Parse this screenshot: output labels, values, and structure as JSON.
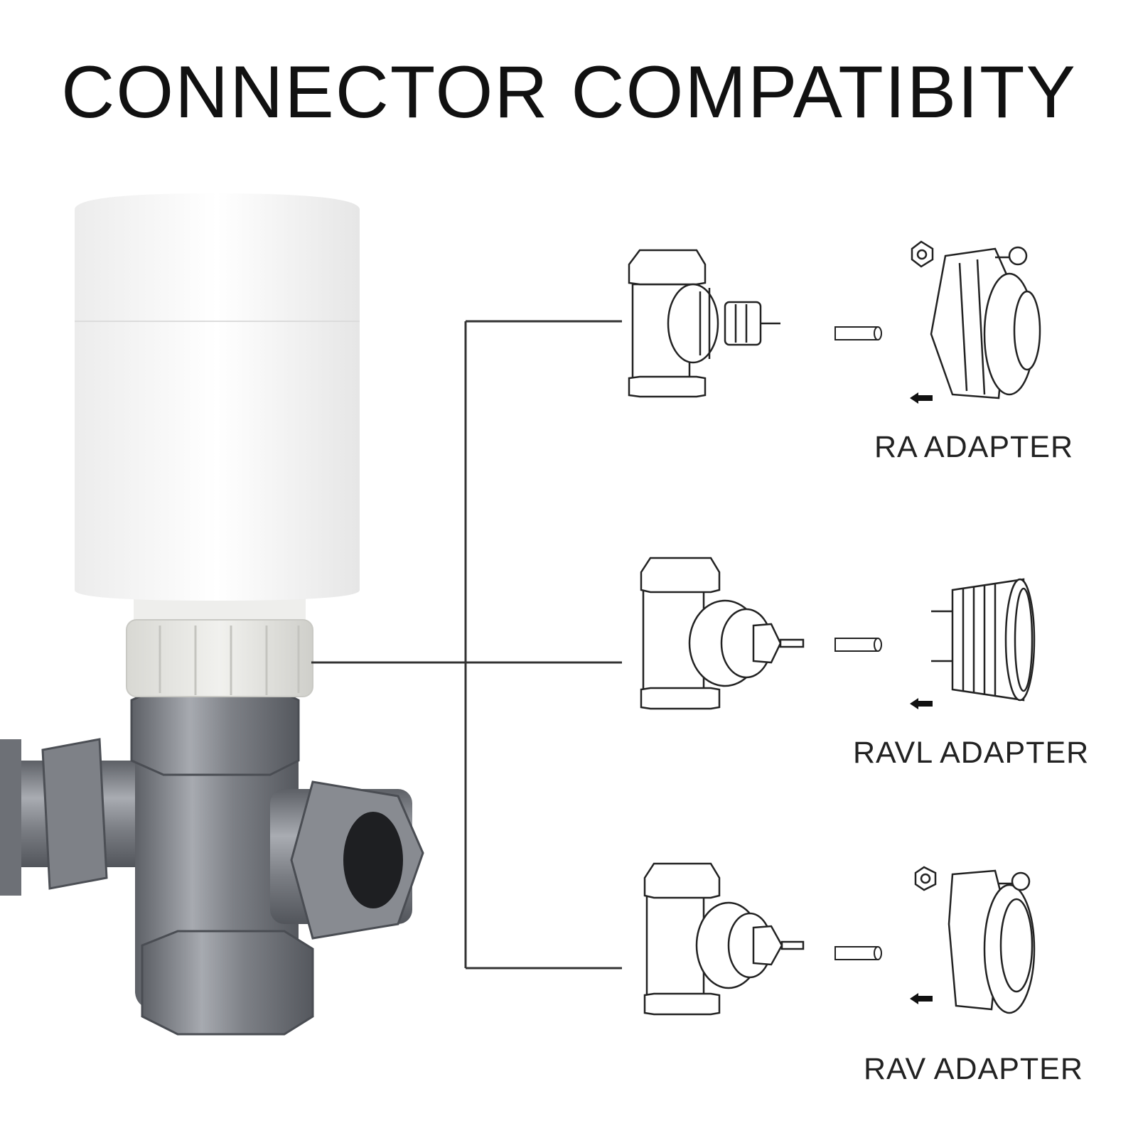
{
  "title": "CONNECTOR COMPATIBITY",
  "adapters": [
    {
      "label": "RA ADAPTER"
    },
    {
      "label": "RAVL ADAPTER"
    },
    {
      "label": "RAV ADAPTER"
    }
  ],
  "colors": {
    "background": "#ffffff",
    "text": "#111111",
    "line": "#333333",
    "actuator_white": "#fafafa",
    "valve_metal": "#8a8d93"
  }
}
